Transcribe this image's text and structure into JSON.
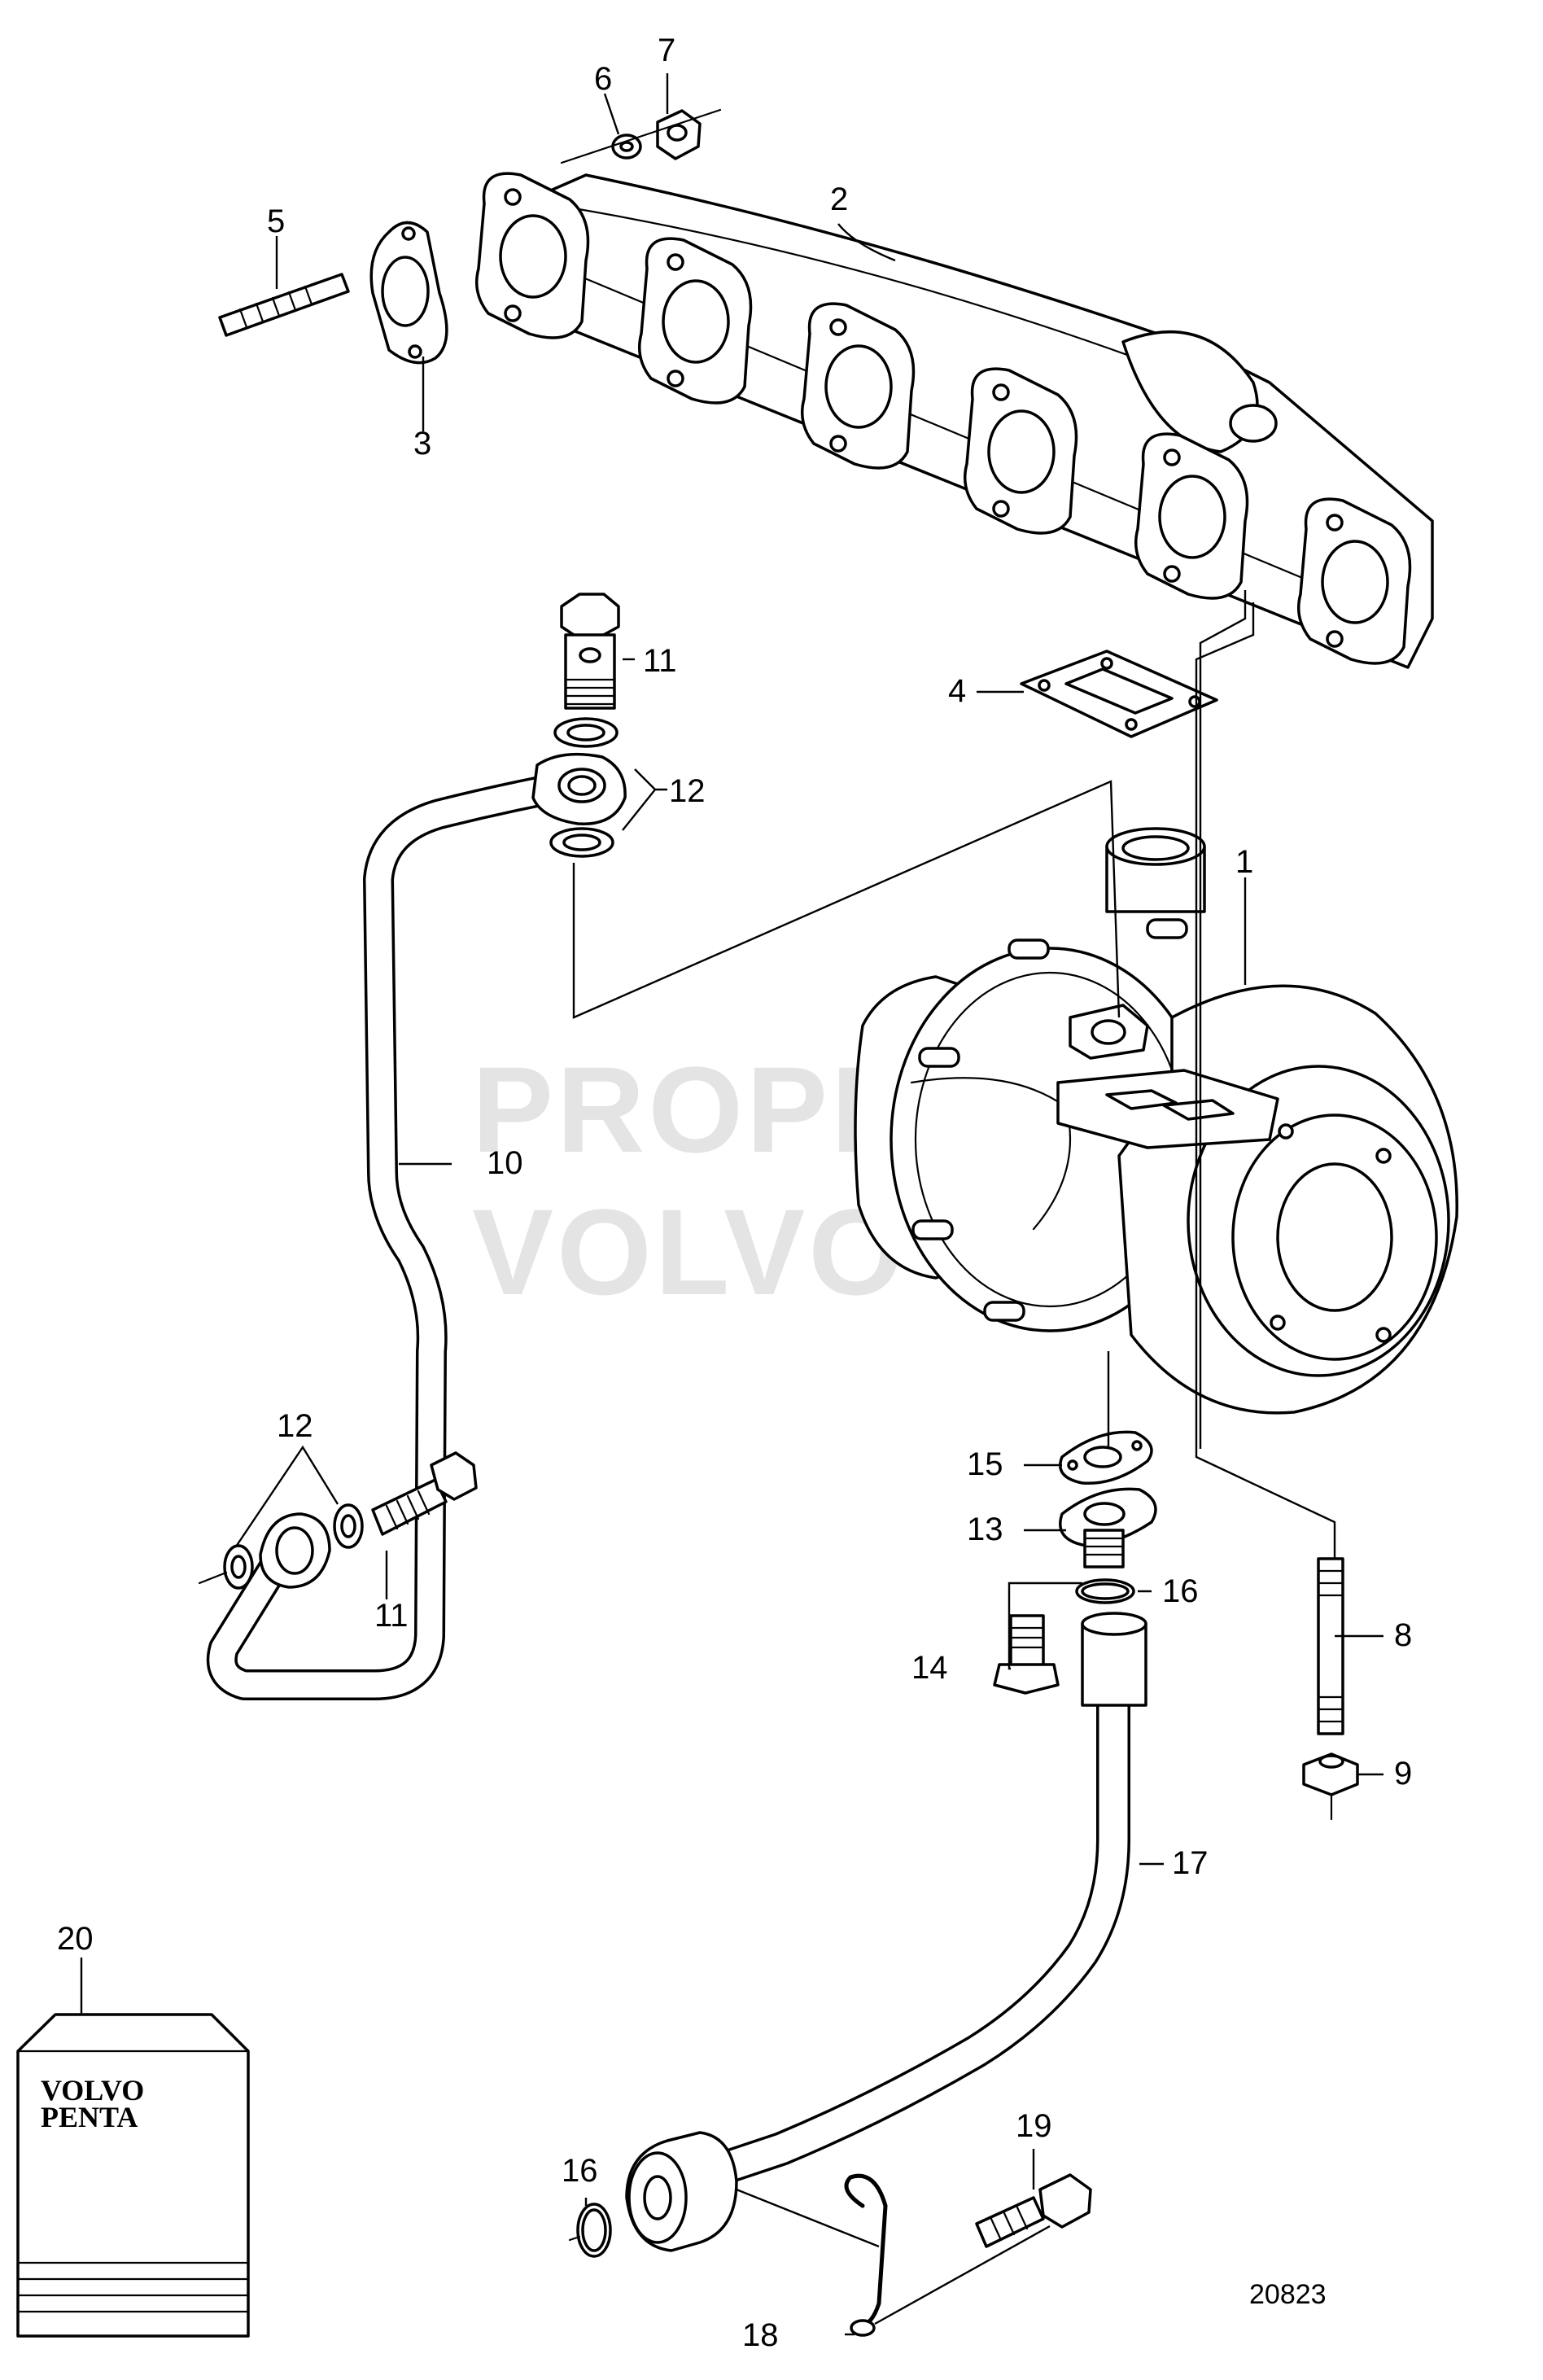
{
  "watermark": {
    "line1": "PROPERTY OF",
    "line2": "VOLVO PENTA"
  },
  "drawing_reference": "20823",
  "manual_cover": {
    "brand_line1": "VOLVO",
    "brand_line2": "PENTA"
  },
  "callouts": {
    "c1": "1",
    "c2": "2",
    "c3": "3",
    "c4": "4",
    "c5": "5",
    "c6": "6",
    "c7": "7",
    "c8": "8",
    "c9": "9",
    "c10": "10",
    "c11a": "11",
    "c11b": "11",
    "c12a": "12",
    "c12b": "12",
    "c13": "13",
    "c14": "14",
    "c15": "15",
    "c16a": "16",
    "c16b": "16",
    "c17": "17",
    "c18": "18",
    "c19": "19",
    "c20": "20"
  }
}
